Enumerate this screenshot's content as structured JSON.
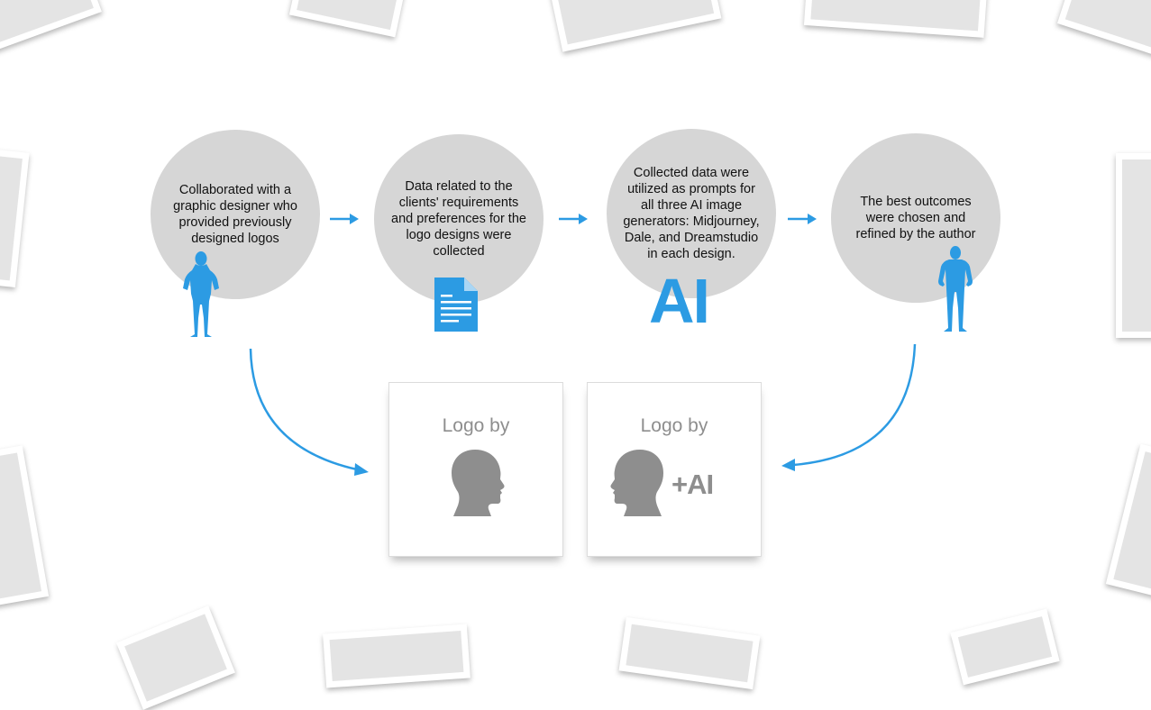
{
  "steps": [
    {
      "text": "Collaborated with a graphic designer who provided previously designed logos",
      "icon": "woman-silhouette-icon"
    },
    {
      "text": "Data related to the clients' requirements and preferences for the logo designs were collected",
      "icon": "document-icon"
    },
    {
      "text": "Collected data were utilized as prompts for all three AI image generators: Midjourney, Dale, and Dreamstudio in each design.",
      "icon": "ai-text-icon"
    },
    {
      "text": "The best outcomes were chosen and refined by the author",
      "icon": "man-silhouette-icon"
    }
  ],
  "ai_label": "AI",
  "cards": [
    {
      "title": "Logo by",
      "icon": "human-head-icon"
    },
    {
      "title": "Logo by",
      "icon": "human-head-icon",
      "suffix": "+AI"
    }
  ],
  "colors": {
    "accent_blue": "#2c9be3",
    "circle_gray": "#d6d6d6",
    "card_gray": "#8e8e8e"
  }
}
